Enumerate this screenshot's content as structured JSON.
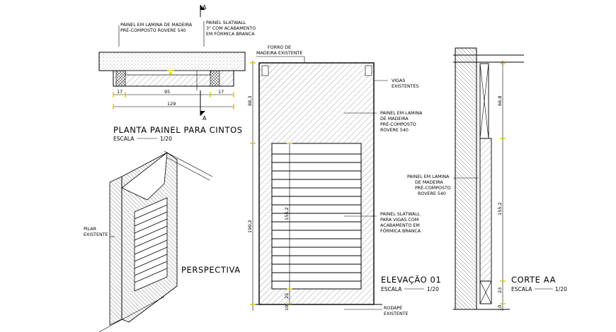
{
  "plan": {
    "section_mark": "A",
    "title": "PLANTA PAINEL PARA CINTOS",
    "scale_label": "ESCALA",
    "scale_value": "1/20",
    "note_wood": [
      "PAINEL EM LAMINA DE MADEIRA",
      "PRÉ-COMPOSTO ROVERE 540"
    ],
    "note_slatwall": [
      "PAINEL SLATWALL",
      "3\" COM ACABAMENTO",
      "EM FÓRMICA BRANCA"
    ],
    "dim_left": "17",
    "dim_center": "95",
    "dim_right": "17",
    "dim_total": "129"
  },
  "perspective": {
    "title": "PERSPECTIVA",
    "note_pillar": [
      "PILAR",
      "EXISTENTE"
    ]
  },
  "elevation": {
    "title": "ELEVAÇÃO 01",
    "scale_label": "ESCALA",
    "scale_value": "1/20",
    "note_ceiling": [
      "FORRO DE",
      "MADEIRA EXISTENTE"
    ],
    "note_beams": [
      "VIGAS",
      "EXISTENTES"
    ],
    "note_wood": [
      "PAINEL EM LAMINA",
      "DE MADEIRA",
      "PRÉ-COMPOSTO",
      "ROVERE 540"
    ],
    "note_slatwall": [
      "PAINEL SLATWALL",
      "PARA VIGAS COM",
      "ACABAMENTO EM",
      "FÓRMICA BRANCA"
    ],
    "note_baseboard": [
      "RODAPÉ",
      "EXISTENTE"
    ],
    "dim_top": "88,3",
    "dim_total": "190,2",
    "dim_slat": "155,2",
    "dim_base_gap": "25",
    "dim_bottom": "10"
  },
  "section": {
    "title": "CORTE AA",
    "scale_label": "ESCALA",
    "scale_value": "1/20",
    "note_wood": [
      "PAINEL EM LAMINA",
      "DE MADEIRA",
      "PRÉ-COMPOSTO",
      "ROVERE 540"
    ],
    "dim_top": "66,8",
    "dim_mid": "155,2",
    "dim_base_gap": "23",
    "dim_bottom": "10"
  },
  "colors": {
    "line": "#000000",
    "dimension_line": "#d7c800",
    "background": "#ffffff"
  }
}
